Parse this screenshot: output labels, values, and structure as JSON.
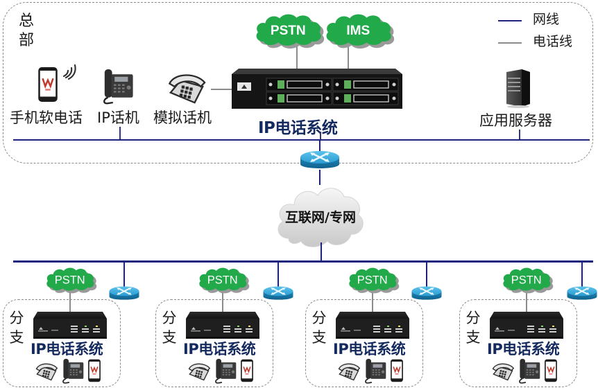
{
  "legend": {
    "items": [
      {
        "label": "网线",
        "color": "#1c237e"
      },
      {
        "label": "电话线",
        "color": "#8c8c8c"
      }
    ]
  },
  "headquarters": {
    "label": "总部",
    "label_chars": [
      "总",
      "部"
    ],
    "devices": [
      {
        "icon": "smartphone-icon",
        "label": "手机软电话"
      },
      {
        "icon": "ip-phone-icon",
        "label": "IP话机"
      },
      {
        "icon": "analog-phone-icon",
        "label": "模拟话机"
      },
      {
        "icon": "server-icon",
        "label": "应用服务器"
      }
    ],
    "system_label": "IP电话系统",
    "clouds": [
      "PSTN",
      "IMS"
    ]
  },
  "internet": {
    "label": "互联网/专网"
  },
  "branches": [
    {
      "label_chars": [
        "分",
        "支"
      ],
      "cloud": "PSTN",
      "system_label": "IP电话系统"
    },
    {
      "label_chars": [
        "分",
        "支"
      ],
      "cloud": "PSTN",
      "system_label": "IP电话系统"
    },
    {
      "label_chars": [
        "分",
        "支"
      ],
      "cloud": "PSTN",
      "system_label": "IP电话系统"
    },
    {
      "label_chars": [
        "分",
        "支"
      ],
      "cloud": "PSTN",
      "system_label": "IP电话系统"
    }
  ],
  "colors": {
    "network_line": "#1c237e",
    "phone_line": "#8c8c8c",
    "cloud_green": "#22a94a",
    "router_blue": "#2a9bd0",
    "system_title": "#14295e"
  }
}
